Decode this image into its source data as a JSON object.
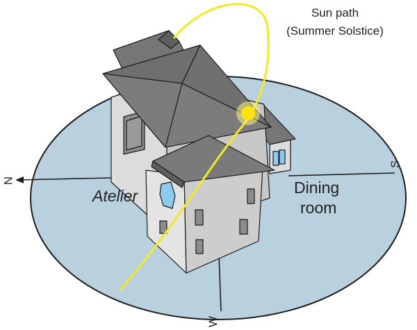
{
  "title": {
    "line1": "Sun path",
    "line2": "(Summer Solstice)"
  },
  "rooms": {
    "atelier": "Atelier",
    "dining_line1": "Dining",
    "dining_line2": "room"
  },
  "directions": {
    "north": "N",
    "south": "S",
    "west": "W"
  },
  "colors": {
    "ground": "#b9d0de",
    "roof": "#767676",
    "roof_dark": "#5e5e5e",
    "wall": "#dcdcdc",
    "wall_shade": "#c2c2c2",
    "window": "#8c8c8c",
    "window_glass": "#8ec9ee",
    "sun_path": "#f2ea1e",
    "sun": "#ffe30a",
    "outline": "#1c1c1c"
  }
}
